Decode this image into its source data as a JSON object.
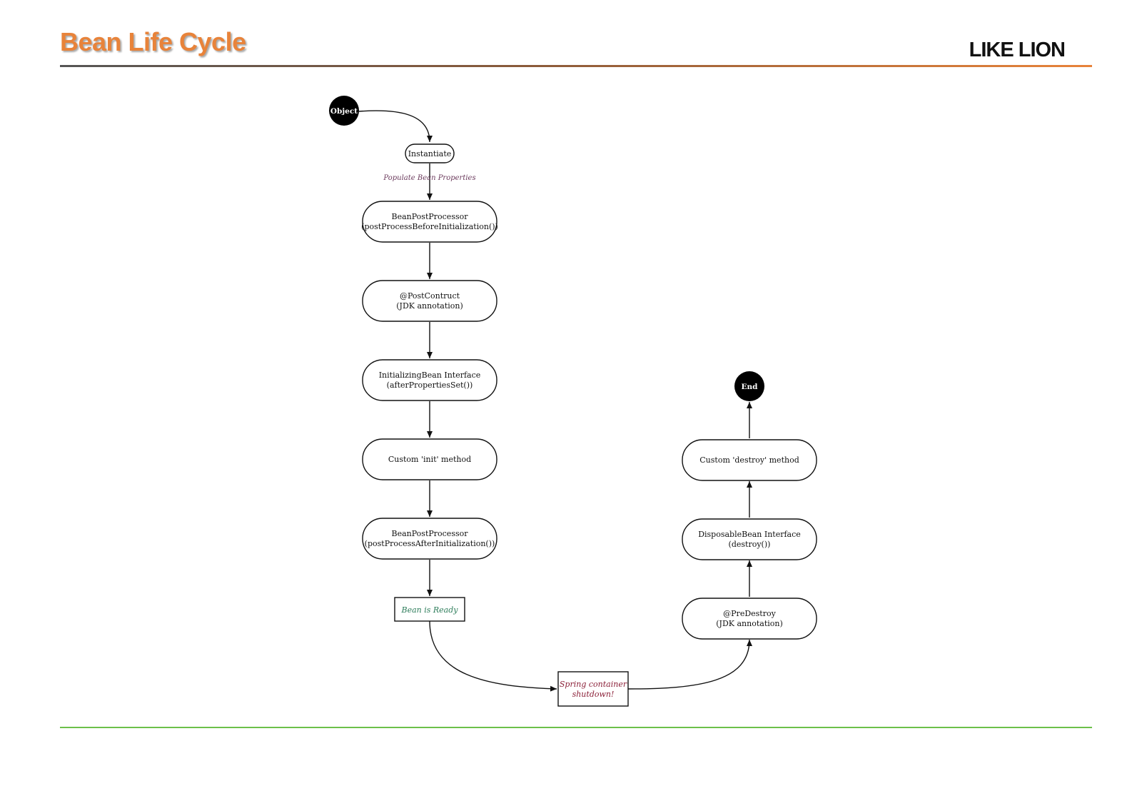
{
  "header": {
    "title": "Bean Life Cycle",
    "brand": "LIKE LION",
    "title_color": "#E8833A"
  },
  "diagram": {
    "start": "Object",
    "instantiate": "Instantiate",
    "populate_label": "Populate Bean Properties",
    "bpp_before": [
      "BeanPostProcessor",
      "(postProcessBeforeInitialization())"
    ],
    "post_construct": [
      "@PostContruct",
      "(JDK annotation)"
    ],
    "initializing_bean": [
      "InitializingBean Interface",
      "(afterPropertiesSet())"
    ],
    "custom_init": "Custom 'init' method",
    "bpp_after": [
      "BeanPostProcessor",
      "(postProcessAfterInitialization())"
    ],
    "bean_ready": "Bean is Ready",
    "shutdown": [
      "Spring container",
      "shutdown!"
    ],
    "pre_destroy": [
      "@PreDestroy",
      "(JDK annotation)"
    ],
    "disposable_bean": [
      "DisposableBean Interface",
      "(destroy())"
    ],
    "custom_destroy": "Custom 'destroy' method",
    "end": "End"
  }
}
